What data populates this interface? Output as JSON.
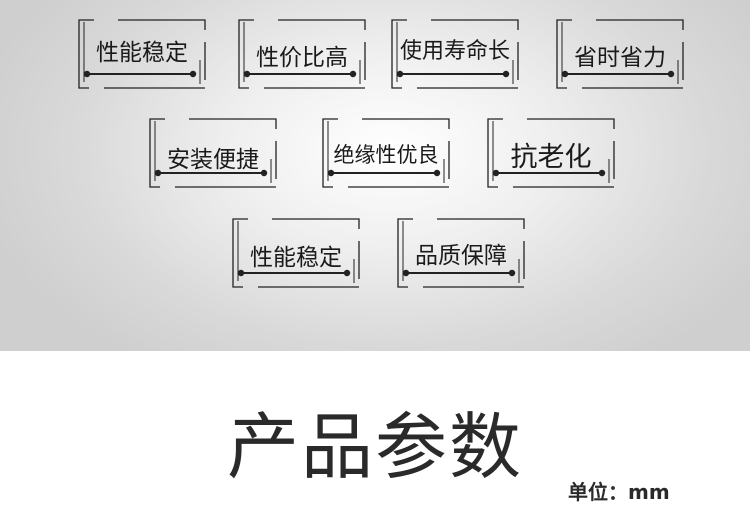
{
  "features": [
    {
      "label": "性能稳定"
    },
    {
      "label": "性价比高"
    },
    {
      "label": "使用寿命长"
    },
    {
      "label": "省时省力"
    },
    {
      "label": "安装便捷"
    },
    {
      "label": "绝缘性优良"
    },
    {
      "label": "抗老化"
    },
    {
      "label": "性能稳定"
    },
    {
      "label": "品质保障"
    }
  ],
  "section_title": "产品参数",
  "unit_label": "单位：mm",
  "colors": {
    "line": "#222222",
    "text": "#1a1a1a",
    "panel": "#d9d9d9"
  }
}
